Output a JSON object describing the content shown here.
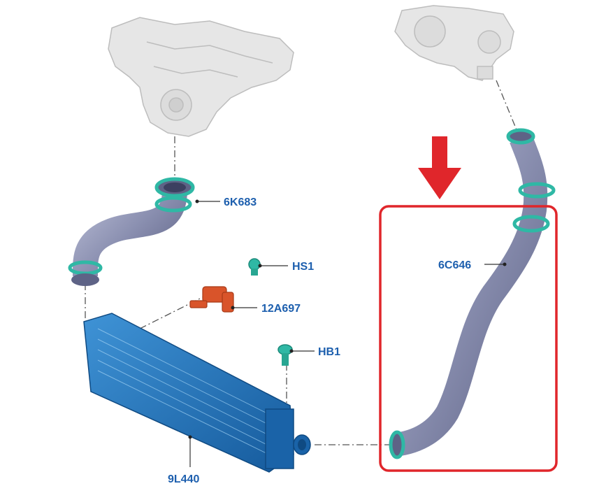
{
  "colors": {
    "label": "#1d5fae",
    "highlight": "#e0262b",
    "hose": "#8a8fb0",
    "clamp": "#2fb8a5",
    "intercooler": "#1f6fb8",
    "sensor": "#d9542a",
    "ghost": "#cfcfcf"
  },
  "icons": {
    "arrow": "down-arrow-icon"
  },
  "labels": {
    "hose_left": "6K683",
    "bolt": "HS1",
    "sensor": "12A697",
    "bolt2": "HB1",
    "hose_right": "6C646",
    "intercooler": "9L440"
  }
}
